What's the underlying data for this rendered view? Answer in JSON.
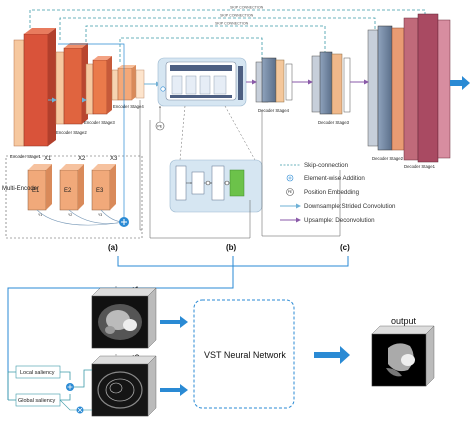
{
  "encoder": {
    "stage1": "Encoder Stage1",
    "stage2": "Encoder Stage2",
    "stage3": "Encoder Stage3",
    "stage4": "Encoder Stage4"
  },
  "decoder": {
    "stage1": "Decoder Stage1",
    "stage2": "Decoder Stage2",
    "stage3": "Decoder Stage3",
    "stage4": "Decoder Stage4"
  },
  "multi_encoder": {
    "title": "Multi-Encoder",
    "x1": "X1",
    "x2": "X2",
    "x3": "X3",
    "e1": "E1",
    "e2": "E2",
    "e3": "E3",
    "y1": "Y1",
    "y2": "Y2",
    "y3": "Y3"
  },
  "skip_labels": {
    "top": "SKIP CONNECTION",
    "second": "SKIP CONNECTION",
    "third": "SKIP CONNECTION"
  },
  "pe_symbol": "PE",
  "legend": {
    "skip": "Skip-connection",
    "addition": "Element-wise Addition",
    "position": "Position Embedding",
    "downsample": "Downsample:Strided Convolution",
    "upsample": "Upsample: Deconvolution"
  },
  "panels": {
    "a": "(a)",
    "b": "(b)",
    "c": "(c)"
  },
  "bottom": {
    "input1": "input1",
    "input2": "input2",
    "network": "VST Neural Network",
    "output": "output",
    "local": "Local saliency",
    "global": "Global saliency"
  },
  "colors": {
    "orange": "#f0a36b",
    "red": "#d9533a",
    "pink": "#c06a7a",
    "skip": "#3b9aa8",
    "down": "#6fb1d6",
    "up": "#8a5aa8",
    "arrow": "#2a8ad4",
    "block_green": "#6cc24a"
  }
}
